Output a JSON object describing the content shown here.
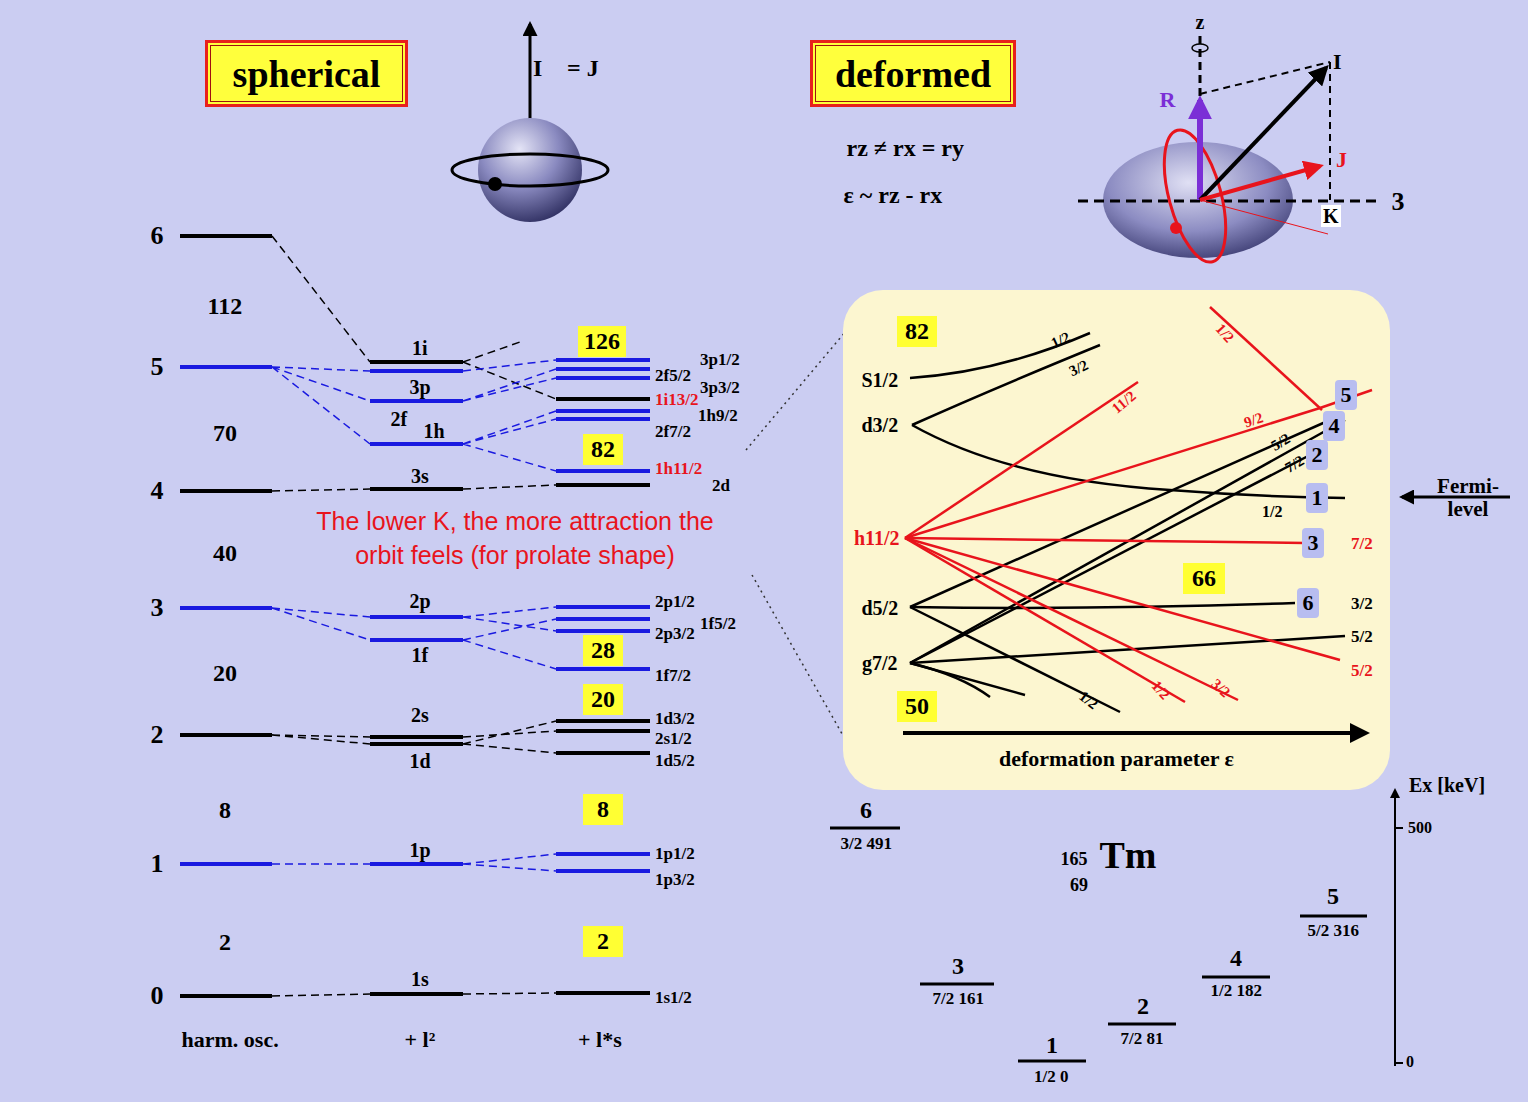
{
  "diagram": {
    "nodes": [
      {
        "text": [
          "spherical"
        ]
      },
      {
        "text": [
          "deformed"
        ]
      },
      {
        "text": [
          "126"
        ]
      },
      {
        "text": [
          "82"
        ]
      },
      {
        "text": [
          "28"
        ]
      },
      {
        "text": [
          "20"
        ]
      },
      {
        "text": [
          "8"
        ]
      },
      {
        "text": [
          "2"
        ]
      },
      {
        "text": [
          "deformation parameter ε"
        ]
      },
      {
        "text": [
          "82"
        ],
        "in": 8
      },
      {
        "text": [
          "5"
        ],
        "in": 8
      },
      {
        "text": [
          "4"
        ],
        "in": 8
      },
      {
        "text": [
          "2"
        ],
        "in": 8
      },
      {
        "text": [
          "1"
        ],
        "in": 8
      },
      {
        "text": [
          "3"
        ],
        "in": 8
      },
      {
        "text": [
          "66"
        ],
        "in": 8
      },
      {
        "text": [
          "6"
        ],
        "in": 8
      },
      {
        "text": [
          "50"
        ],
        "in": 8
      }
    ],
    "labels": [
      "I⃗ = J⃗",
      "rz ≠ rx = ry",
      "ε ~ rz - rx",
      "z",
      "R⃗",
      "I⃗",
      "J⃗",
      "K",
      "3",
      "6",
      "5",
      "4",
      "3",
      "2",
      "1",
      "0",
      "112",
      "70",
      "40",
      "20",
      "8",
      "2",
      "1i",
      "3p",
      "2f",
      "1h",
      "3s",
      "2p",
      "1f",
      "2s",
      "1d",
      "1p",
      "1s",
      "3p1/2",
      "2f5/2",
      "3p3/2",
      "1i13/2",
      "1h9/2",
      "2f7/2",
      "1h11/2",
      "2d",
      "2p1/2",
      "1f5/2",
      "2p3/2",
      "1f7/2",
      "1d3/2",
      "2s1/2",
      "1d5/2",
      "1p1/2",
      "1p3/2",
      "1s1/2",
      "harm. osc.",
      "+ l²",
      "+ l*s",
      "The lower K, the more attraction the orbit feels (for prolate shape)",
      "S1/2",
      "d3/2",
      "h11/2",
      "d5/2",
      "g7/2",
      "1/2",
      "3/2",
      "1/2",
      "11/2",
      "9/2",
      "5/2",
      "7/2",
      "1/2",
      "7/2",
      "3/2",
      "5/2",
      "5/2",
      "1/2",
      "1/2",
      "3/2",
      "Fermi- level",
      "6",
      "3/2 491",
      "3",
      "7/2 161",
      "1",
      "1/2 0",
      "2",
      "7/2 81",
      "4",
      "1/2 182",
      "5",
      "5/2 316",
      "165",
      "69",
      "Tm",
      "Ex [keV]",
      "500",
      "0"
    ]
  }
}
